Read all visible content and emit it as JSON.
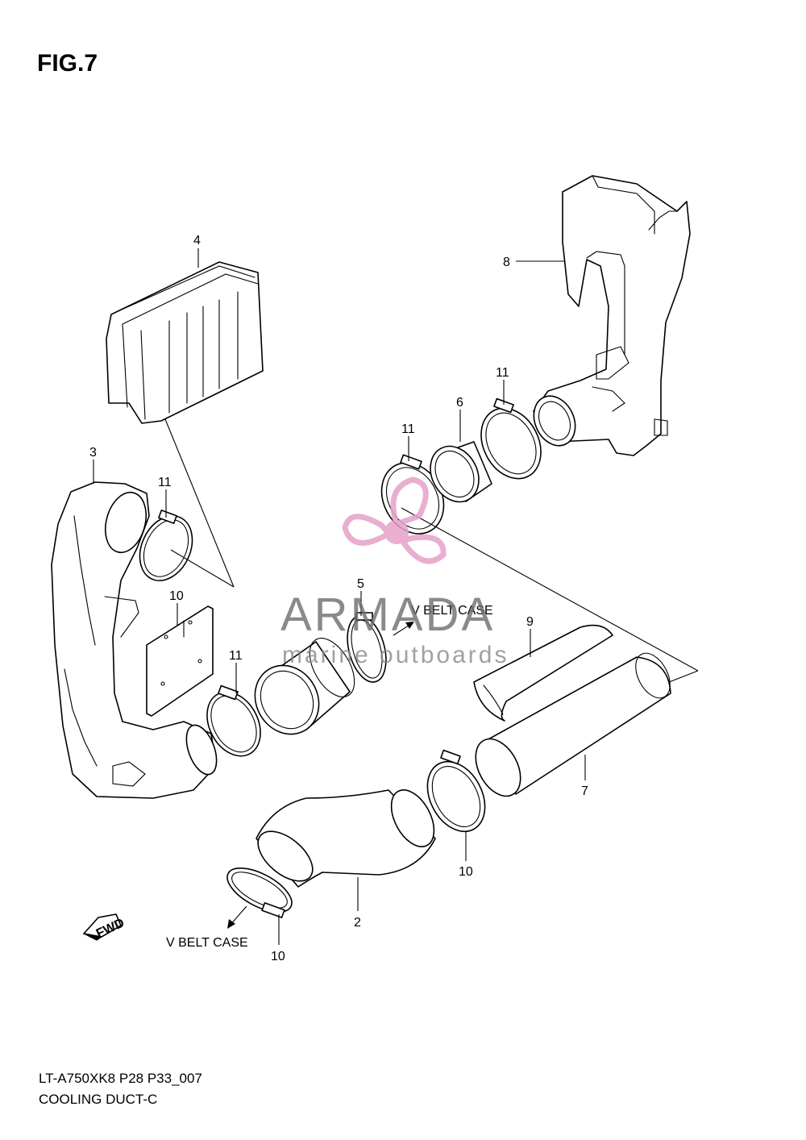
{
  "figure": {
    "title": "FIG.7",
    "code": "LT-A750XK8 P28 P33_007",
    "caption": "COOLING DUCT-C"
  },
  "callouts": [
    {
      "id": "2",
      "text": "2"
    },
    {
      "id": "3",
      "text": "3"
    },
    {
      "id": "4",
      "text": "4"
    },
    {
      "id": "5",
      "text": "5"
    },
    {
      "id": "6",
      "text": "6"
    },
    {
      "id": "7",
      "text": "7"
    },
    {
      "id": "8",
      "text": "8"
    },
    {
      "id": "9",
      "text": "9"
    },
    {
      "id": "10",
      "text": "10"
    },
    {
      "id": "11",
      "text": "11"
    }
  ],
  "annotations": {
    "v_belt_case_top": "V BELT CASE",
    "v_belt_case_bottom": "V BELT CASE",
    "fwd": "FWD"
  },
  "watermark": {
    "name": "ARMADA",
    "subtitle": "marine outboards",
    "accent_color": "#e6a1c8",
    "icon": "propeller-icon"
  }
}
